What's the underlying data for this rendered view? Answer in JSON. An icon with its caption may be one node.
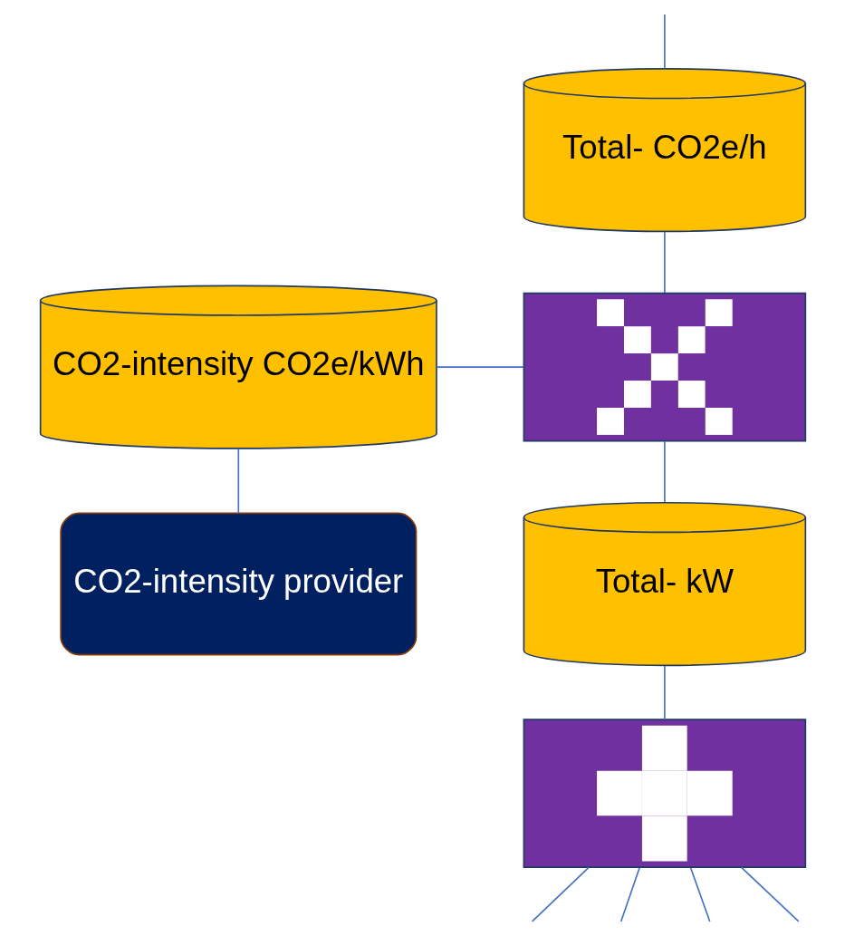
{
  "diagram": {
    "nodes": [
      {
        "text": [
          "Total- CO2e/h"
        ]
      },
      {
        "text": [
          "CO2-intensity CO2e/kWh"
        ]
      },
      {
        "text": [],
        "shape": "multiply"
      },
      {
        "text": [
          "Total- kW"
        ]
      },
      {
        "text": [
          "CO2-intensity provider"
        ]
      },
      {
        "text": [],
        "shape": "plus"
      }
    ],
    "edges": [
      {
        "from": null,
        "to": 0,
        "arrow": "none"
      },
      {
        "from": 0,
        "to": 2,
        "arrow": "none"
      },
      {
        "from": 1,
        "to": 2,
        "arrow": "none"
      },
      {
        "from": 2,
        "to": 3,
        "arrow": "none"
      },
      {
        "from": 1,
        "to": 4,
        "arrow": "none"
      },
      {
        "from": 3,
        "to": 5,
        "arrow": "none"
      },
      {
        "from": 5,
        "to": null,
        "arrow": "none"
      },
      {
        "from": 5,
        "to": null,
        "arrow": "none"
      },
      {
        "from": 5,
        "to": null,
        "arrow": "none"
      },
      {
        "from": 5,
        "to": null,
        "arrow": "none"
      }
    ]
  }
}
